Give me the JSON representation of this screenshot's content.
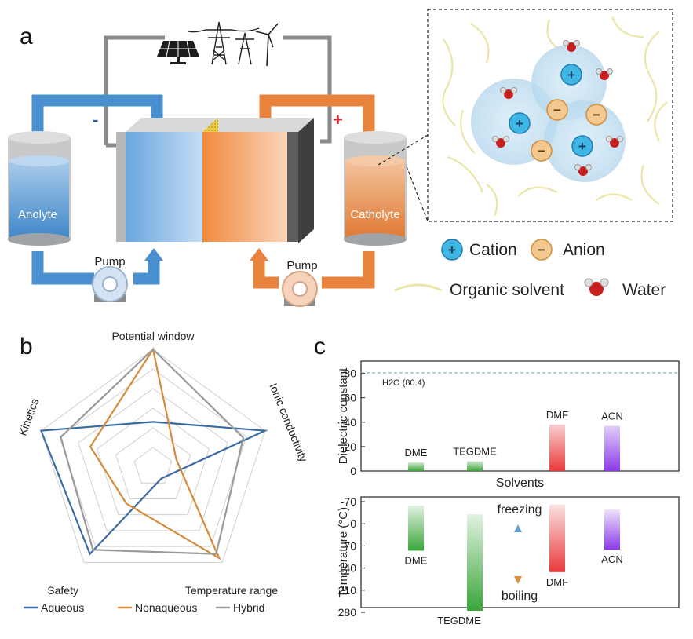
{
  "panels": {
    "a": "a",
    "b": "b",
    "c": "c"
  },
  "schematic": {
    "anolyte": "Anolyte",
    "catholyte": "Catholyte",
    "pump_left": "Pump",
    "pump_right": "Pump",
    "minus": "-",
    "plus": "+",
    "colors": {
      "anolyte": "#4a8fd0",
      "catholyte": "#e8823c",
      "membrane": "#e8d25c",
      "wire": "#8a8a8a"
    }
  },
  "legend_a": {
    "cation": "Cation",
    "anion": "Anion",
    "solvent": "Organic solvent",
    "water": "Water",
    "cation_symbol": "+",
    "anion_symbol": "−"
  },
  "radar": {
    "axes": [
      "Potential window",
      "Ionic conductivity",
      "Temperature range",
      "Safety",
      "Kinetics"
    ],
    "series": [
      {
        "name": "Aqueous",
        "color": "#3b6aa3",
        "values": [
          0.3,
          1.0,
          0.0,
          0.9,
          1.0
        ]
      },
      {
        "name": "Nonaqueous",
        "color": "#d68a3a",
        "values": [
          1.0,
          0.1,
          0.95,
          0.3,
          0.5
        ]
      },
      {
        "name": "Hybrid",
        "color": "#9a9a9a",
        "values": [
          1.0,
          0.78,
          0.9,
          0.85,
          0.8
        ]
      }
    ],
    "levels": 6
  },
  "chart_data": [
    {
      "type": "bar",
      "ylabel": "Dielectric constant",
      "xlabel": "Solvents",
      "ylim": [
        0,
        90
      ],
      "yticks": [
        0,
        20,
        40,
        60,
        80
      ],
      "categories": [
        "DME",
        "TEGDME",
        "DMF",
        "ACN"
      ],
      "values": [
        7,
        8,
        38,
        37
      ],
      "reference": {
        "label": "H2O (80.4)",
        "value": 80.4
      },
      "colors": [
        "#3aa63a",
        "#3aa63a",
        "#e83a3a",
        "#8a3ae8"
      ]
    },
    {
      "type": "bar",
      "ylabel": "Temperature (°C)",
      "ylim": [
        -70,
        280
      ],
      "yticks": [
        -70,
        0,
        70,
        140,
        210,
        280
      ],
      "categories": [
        "DME",
        "TEGDME",
        "DMF",
        "ACN"
      ],
      "ranges": [
        [
          -58,
          85
        ],
        [
          -30,
          275
        ],
        [
          -61,
          153
        ],
        [
          -45,
          82
        ]
      ],
      "annotations": {
        "top": "freezing",
        "bottom": "boiling"
      }
    }
  ]
}
